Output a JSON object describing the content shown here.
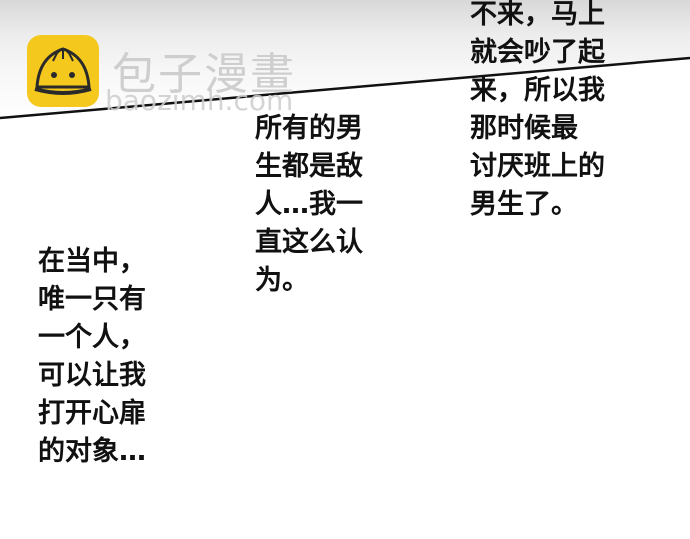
{
  "watermark": {
    "brand_name": "包子漫畫",
    "url": "baozimh.com",
    "logo_color": "#f5c81e"
  },
  "speech": [
    {
      "id": "top-right",
      "lines": [
        "不来，马上",
        "就会吵了起",
        "来，所以我",
        "那时候最",
        "讨厌班上的",
        "男生了。"
      ]
    },
    {
      "id": "middle",
      "lines": [
        "所有的男",
        "生都是敌",
        "人…我一",
        "直这么认",
        "为。"
      ]
    },
    {
      "id": "bottom-left",
      "lines": [
        "在当中，",
        "唯一只有",
        "一个人，",
        "可以让我",
        "打开心扉",
        "的对象…"
      ]
    }
  ],
  "text": {
    "t1": "不来，马上\n就会吵了起\n来，所以我\n那时候最\n讨厌班上的\n男生了。",
    "t2": "所有的男\n生都是敌\n人…我一\n直这么认\n为。",
    "t3": "在当中，\n唯一只有\n一个人，\n可以让我\n打开心扉\n的对象…"
  }
}
